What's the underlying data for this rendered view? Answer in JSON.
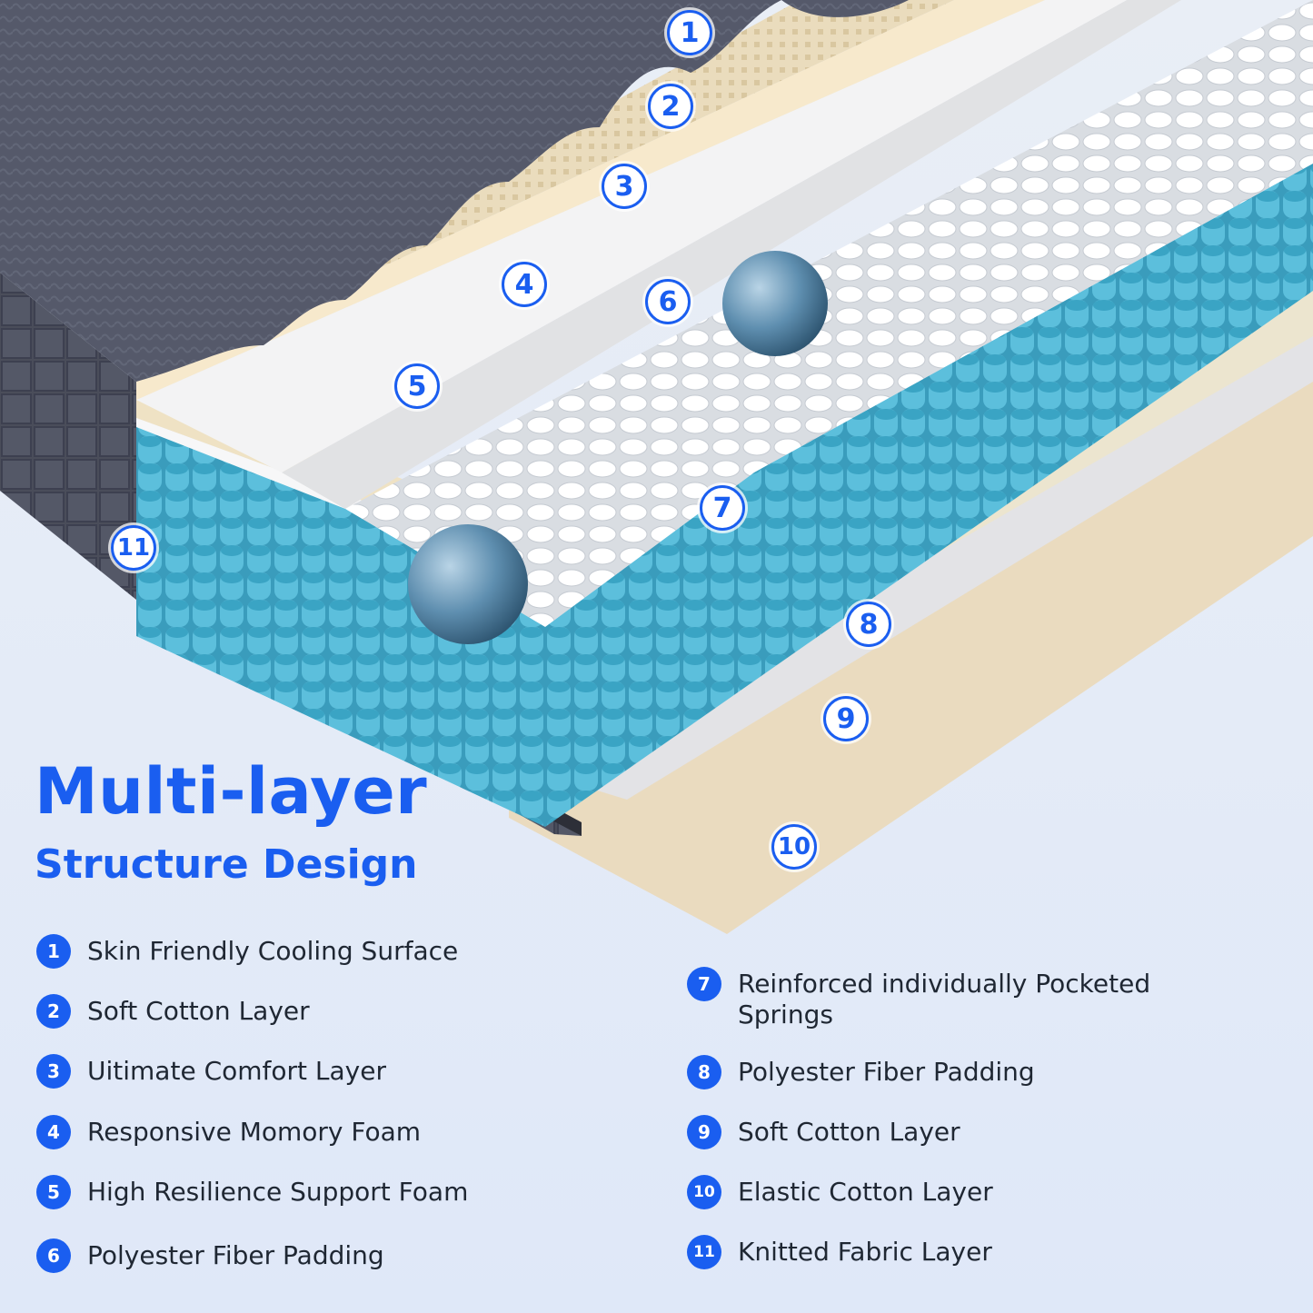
{
  "title": {
    "main": "Multi-layer",
    "sub": "Structure Design"
  },
  "callouts": [
    "1",
    "2",
    "3",
    "4",
    "5",
    "6",
    "7",
    "8",
    "9",
    "10",
    "11"
  ],
  "layers_left": [
    {
      "num": "1",
      "label": "Skin Friendly Cooling Surface"
    },
    {
      "num": "2",
      "label": "Soft Cotton Layer"
    },
    {
      "num": "3",
      "label": "Uitimate Comfort Layer"
    },
    {
      "num": "4",
      "label": "Responsive Momory Foam"
    },
    {
      "num": "5",
      "label": "High Resilience Support Foam"
    },
    {
      "num": "6",
      "label": "Polyester Fiber Padding"
    }
  ],
  "layers_right": [
    {
      "num": "7",
      "label": "Reinforced individually Pocketed Springs"
    },
    {
      "num": "8",
      "label": "Polyester Fiber Padding"
    },
    {
      "num": "9",
      "label": "Soft Cotton Layer"
    },
    {
      "num": "10",
      "label": "Elastic Cotton Layer"
    },
    {
      "num": "11",
      "label": "Knitted Fabric Layer"
    }
  ],
  "colors": {
    "accent": "#1a5ef0",
    "fabric": "#4a4d5a",
    "spring_blue": "#4fb3d0",
    "spring_white": "#f2f3f5",
    "foam_beige": "#f0e4c8",
    "base_tan": "#e8d8bd"
  }
}
